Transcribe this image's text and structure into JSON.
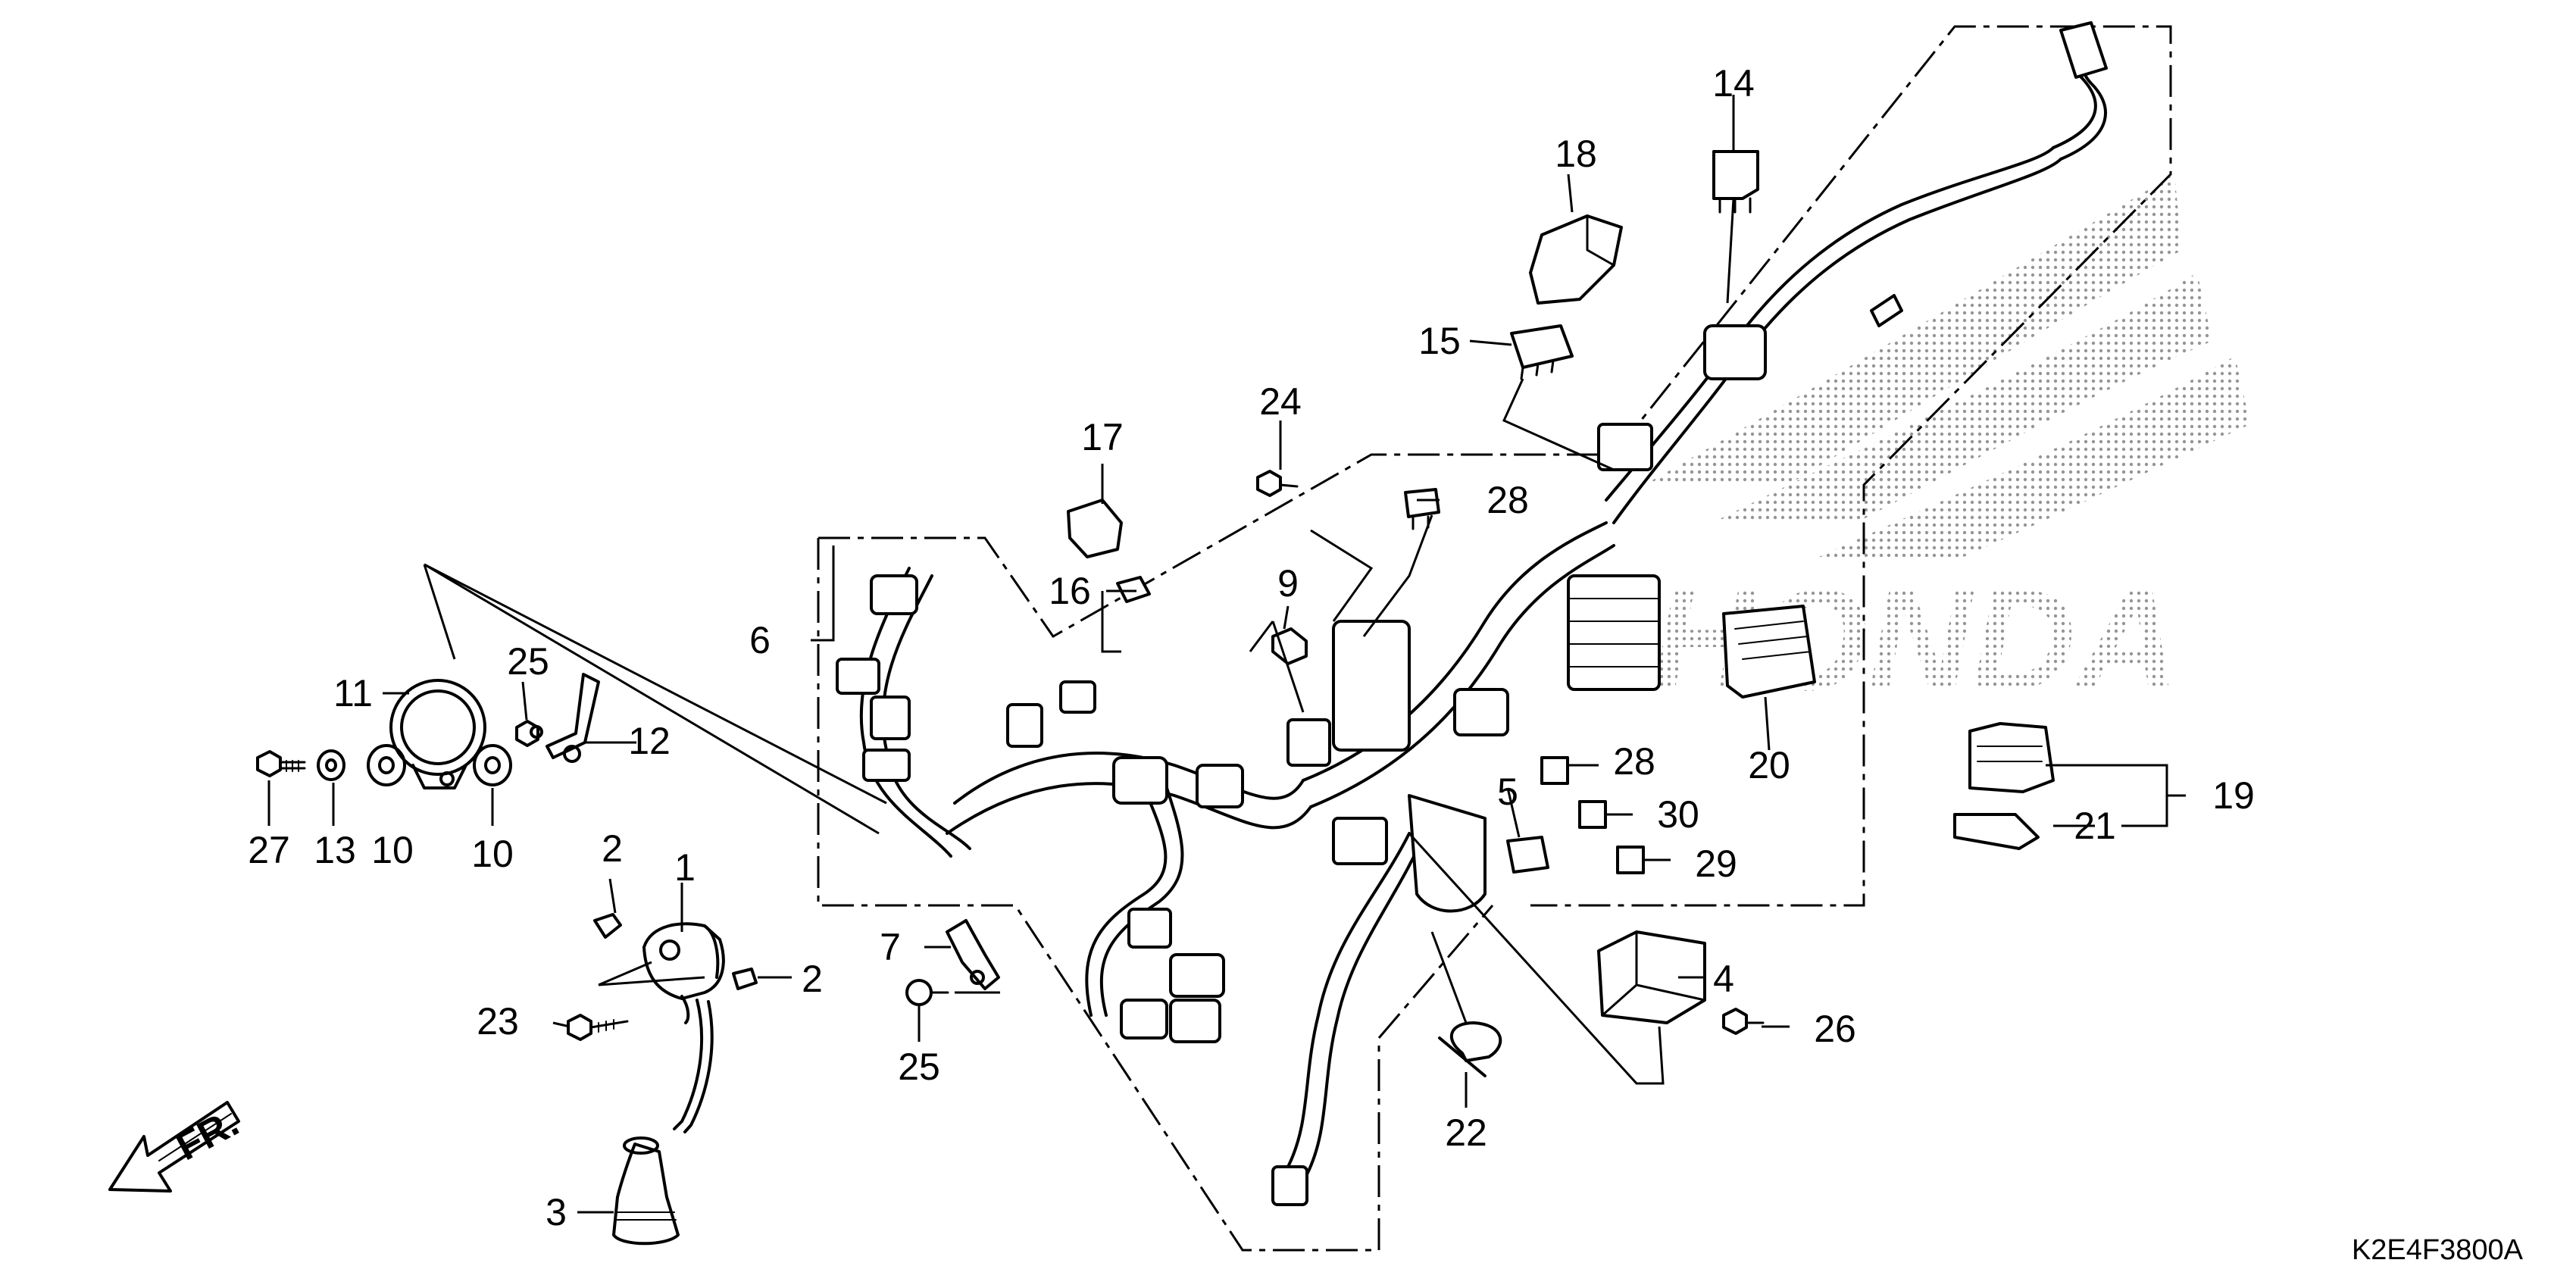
{
  "callouts": [
    {
      "id": "1",
      "label": "1"
    },
    {
      "id": "2a",
      "label": "2"
    },
    {
      "id": "2b",
      "label": "2"
    },
    {
      "id": "3",
      "label": "3"
    },
    {
      "id": "4",
      "label": "4"
    },
    {
      "id": "5",
      "label": "5"
    },
    {
      "id": "6",
      "label": "6"
    },
    {
      "id": "7",
      "label": "7"
    },
    {
      "id": "9",
      "label": "9"
    },
    {
      "id": "10a",
      "label": "10"
    },
    {
      "id": "10b",
      "label": "10"
    },
    {
      "id": "11",
      "label": "11"
    },
    {
      "id": "12",
      "label": "12"
    },
    {
      "id": "13",
      "label": "13"
    },
    {
      "id": "14",
      "label": "14"
    },
    {
      "id": "15",
      "label": "15"
    },
    {
      "id": "16",
      "label": "16"
    },
    {
      "id": "17",
      "label": "17"
    },
    {
      "id": "18",
      "label": "18"
    },
    {
      "id": "19",
      "label": "19"
    },
    {
      "id": "20",
      "label": "20"
    },
    {
      "id": "21",
      "label": "21"
    },
    {
      "id": "22",
      "label": "22"
    },
    {
      "id": "23",
      "label": "23"
    },
    {
      "id": "24",
      "label": "24"
    },
    {
      "id": "25a",
      "label": "25"
    },
    {
      "id": "25b",
      "label": "25"
    },
    {
      "id": "26",
      "label": "26"
    },
    {
      "id": "27",
      "label": "27"
    },
    {
      "id": "28a",
      "label": "28"
    },
    {
      "id": "28b",
      "label": "28"
    },
    {
      "id": "29",
      "label": "29"
    },
    {
      "id": "30",
      "label": "30"
    }
  ],
  "direction_label": "FR.",
  "drawing_code": "K2E4F3800A",
  "watermark": "HONDA",
  "colors": {
    "line": "#000000",
    "watermark": "#8a8a8a",
    "background": "#ffffff"
  }
}
